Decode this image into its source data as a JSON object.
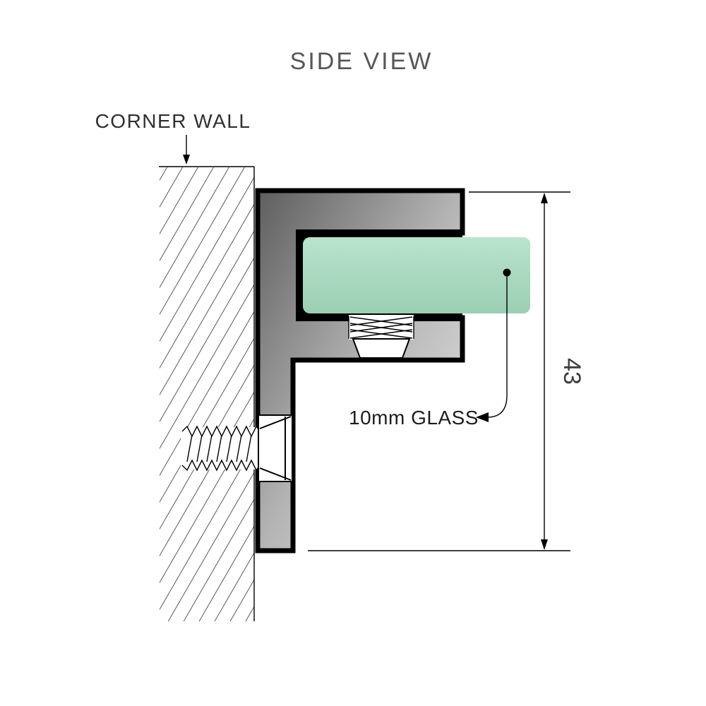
{
  "title": "SIDE VIEW",
  "wall_label": "CORNER WALL",
  "glass_label": "10mm GLASS",
  "dimension_label": "43",
  "colors": {
    "outline": "#000000",
    "text_gray": "#565656",
    "text_dark": "#1d1d1d",
    "glass_light": "#b9e3cd",
    "glass_dark": "#9bcfb3",
    "metal_dark": "#5e5e5e",
    "metal_mid": "#b4b4b4",
    "metal_light": "#e9e9e9"
  }
}
